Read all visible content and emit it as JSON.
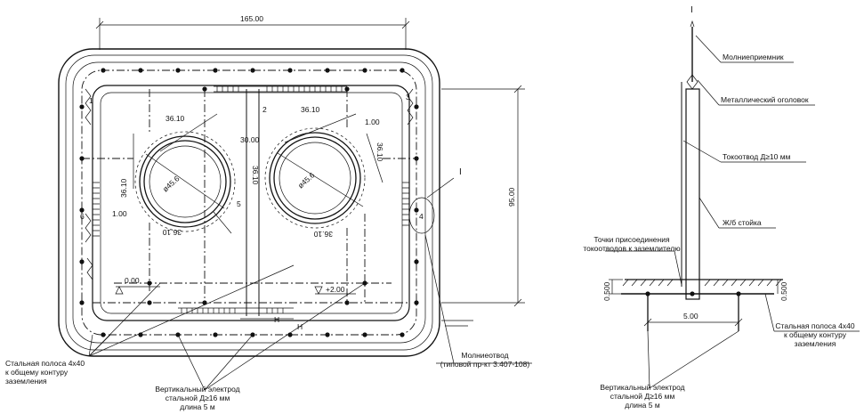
{
  "plan": {
    "dims": {
      "width_top": "165.00",
      "height_right": "95.00",
      "circle_dia_left": "ø45.6",
      "circle_dia_right": "ø45.6",
      "chord_left_top": "36.10",
      "chord_left_side": "36.10",
      "chord_left_bottom": "36.10",
      "chord_right_top": "36.10",
      "chord_right_side": "36.10",
      "chord_right_bottom": "36.10",
      "chord_mid": "36.10",
      "offset_left": "1.00",
      "offset_right": "1.00",
      "center_gap": "30.00",
      "level_zero": "0.00",
      "level_plus2": "+2.00",
      "h_mark_1": "H",
      "h_mark_2": "H"
    },
    "points": [
      "1",
      "2",
      "3",
      "4",
      "5",
      "6"
    ],
    "section_mark": "I",
    "labels": {
      "steel_strip": "Стальная полоса 4х40\nк общему контуру\nзаземления",
      "vertical_electrode": "Вертикальный электрод\nстальной Д≥16 мм\nдлина 5 м",
      "lightning_rod": "Молниеотвод\n(типовой пр-кт 3.407-108)"
    }
  },
  "section": {
    "title": "I",
    "labels": {
      "receiver": "Молниеприемник",
      "head": "Металлический оголовок",
      "down_conductor": "Токоотвод Д≥10 мм",
      "post": "Ж/б стойка",
      "connection": "Точки присоединения\nтокоотводов к заземлителю",
      "steel_strip": "Стальная полоса 4х40\nк общему контуру\nзаземления",
      "vertical_electrode": "Вертикальный электрод\nстальной Д≥16 мм\nдлина 5 м"
    },
    "dims": {
      "depth_left": "0.500",
      "depth_right": "0.500",
      "spacing": "5.00"
    }
  }
}
